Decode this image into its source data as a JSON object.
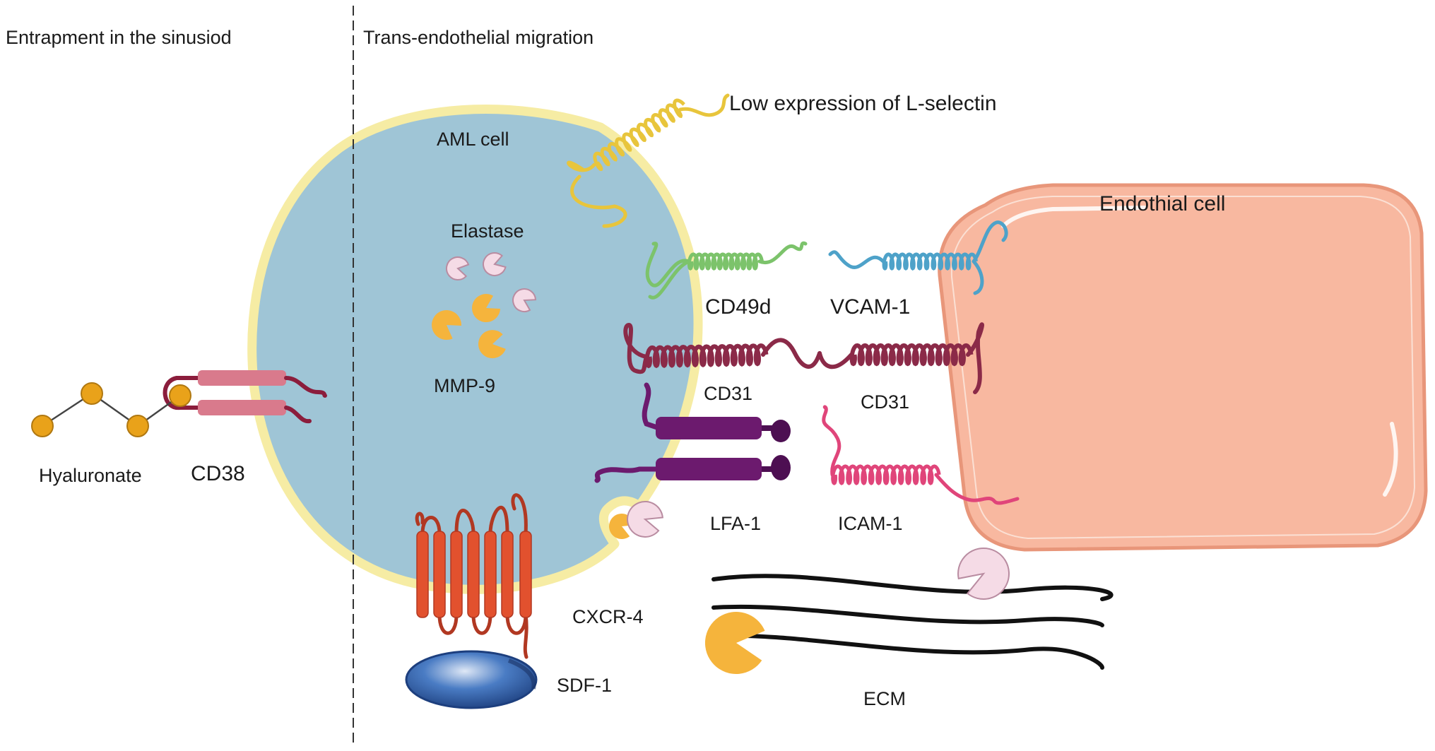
{
  "panels": {
    "left_title": "Entrapment in the sinusiod",
    "right_title": "Trans-endothelial migration"
  },
  "labels": {
    "aml_cell": "AML  cell",
    "endothelial_cell": "Endothial cell",
    "l_selectin": "Low expression of L-selectin",
    "elastase": "Elastase",
    "mmp9": "MMP-9",
    "cd49d": "CD49d",
    "vcam1": "VCAM-1",
    "cd31_left": "CD31",
    "cd31_right": "CD31",
    "lfa1": "LFA-1",
    "icam1": "ICAM-1",
    "hyaluronate": "Hyaluronate",
    "cd38": "CD38",
    "cxcr4": "CXCR-4",
    "sdf1": "SDF-1",
    "ecm": "ECM"
  },
  "colors": {
    "aml_fill": "#9fc5d6",
    "aml_membrane": "#f6eca4",
    "endothelial_fill": "#f8b8a0",
    "endothelial_edge": "#e8967a",
    "l_selectin": "#e8c53c",
    "cd49d": "#7cc36b",
    "vcam1": "#4ea2c9",
    "cd31": "#8b2a48",
    "lfa1": "#6c1a6e",
    "icam1": "#e0457a",
    "cd38": "#d97a8c",
    "cxcr4": "#e2512e",
    "sdf1": "#2f5fa8",
    "hyaluronate": "#e9a21a",
    "mmp9": "#f5b43c",
    "elastase": "#f5dbe6"
  }
}
